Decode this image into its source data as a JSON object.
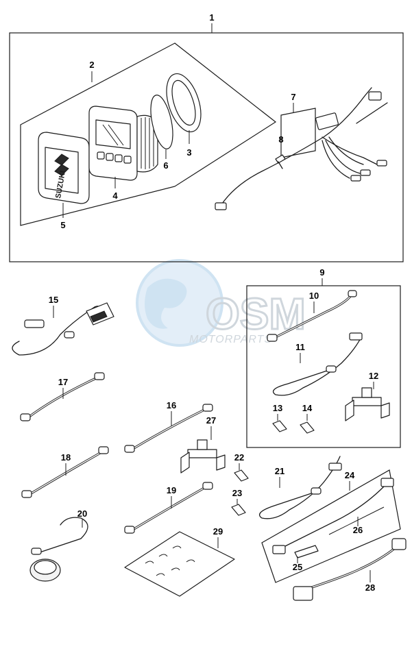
{
  "diagram": {
    "watermark": {
      "brand": "OSM",
      "sub": "MOTORPARTS",
      "globe_color": "#cfe3f2",
      "text_color": "#cfd6dc"
    },
    "brand_label": "SUZUKI",
    "callouts": [
      {
        "id": "c1",
        "label": "1"
      },
      {
        "id": "c2",
        "label": "2"
      },
      {
        "id": "c3",
        "label": "3"
      },
      {
        "id": "c4",
        "label": "4"
      },
      {
        "id": "c5",
        "label": "5"
      },
      {
        "id": "c6",
        "label": "6"
      },
      {
        "id": "c7",
        "label": "7"
      },
      {
        "id": "c8",
        "label": "8"
      },
      {
        "id": "c9",
        "label": "9"
      },
      {
        "id": "c10",
        "label": "10"
      },
      {
        "id": "c11",
        "label": "11"
      },
      {
        "id": "c12",
        "label": "12"
      },
      {
        "id": "c13",
        "label": "13"
      },
      {
        "id": "c14",
        "label": "14"
      },
      {
        "id": "c15",
        "label": "15"
      },
      {
        "id": "c16",
        "label": "16"
      },
      {
        "id": "c17",
        "label": "17"
      },
      {
        "id": "c18",
        "label": "18"
      },
      {
        "id": "c19",
        "label": "19"
      },
      {
        "id": "c20",
        "label": "20"
      },
      {
        "id": "c21",
        "label": "21"
      },
      {
        "id": "c22",
        "label": "22"
      },
      {
        "id": "c23",
        "label": "23"
      },
      {
        "id": "c24",
        "label": "24"
      },
      {
        "id": "c25",
        "label": "25"
      },
      {
        "id": "c26",
        "label": "26"
      },
      {
        "id": "c27",
        "label": "27"
      },
      {
        "id": "c28",
        "label": "28"
      },
      {
        "id": "c29",
        "label": "29"
      }
    ]
  }
}
